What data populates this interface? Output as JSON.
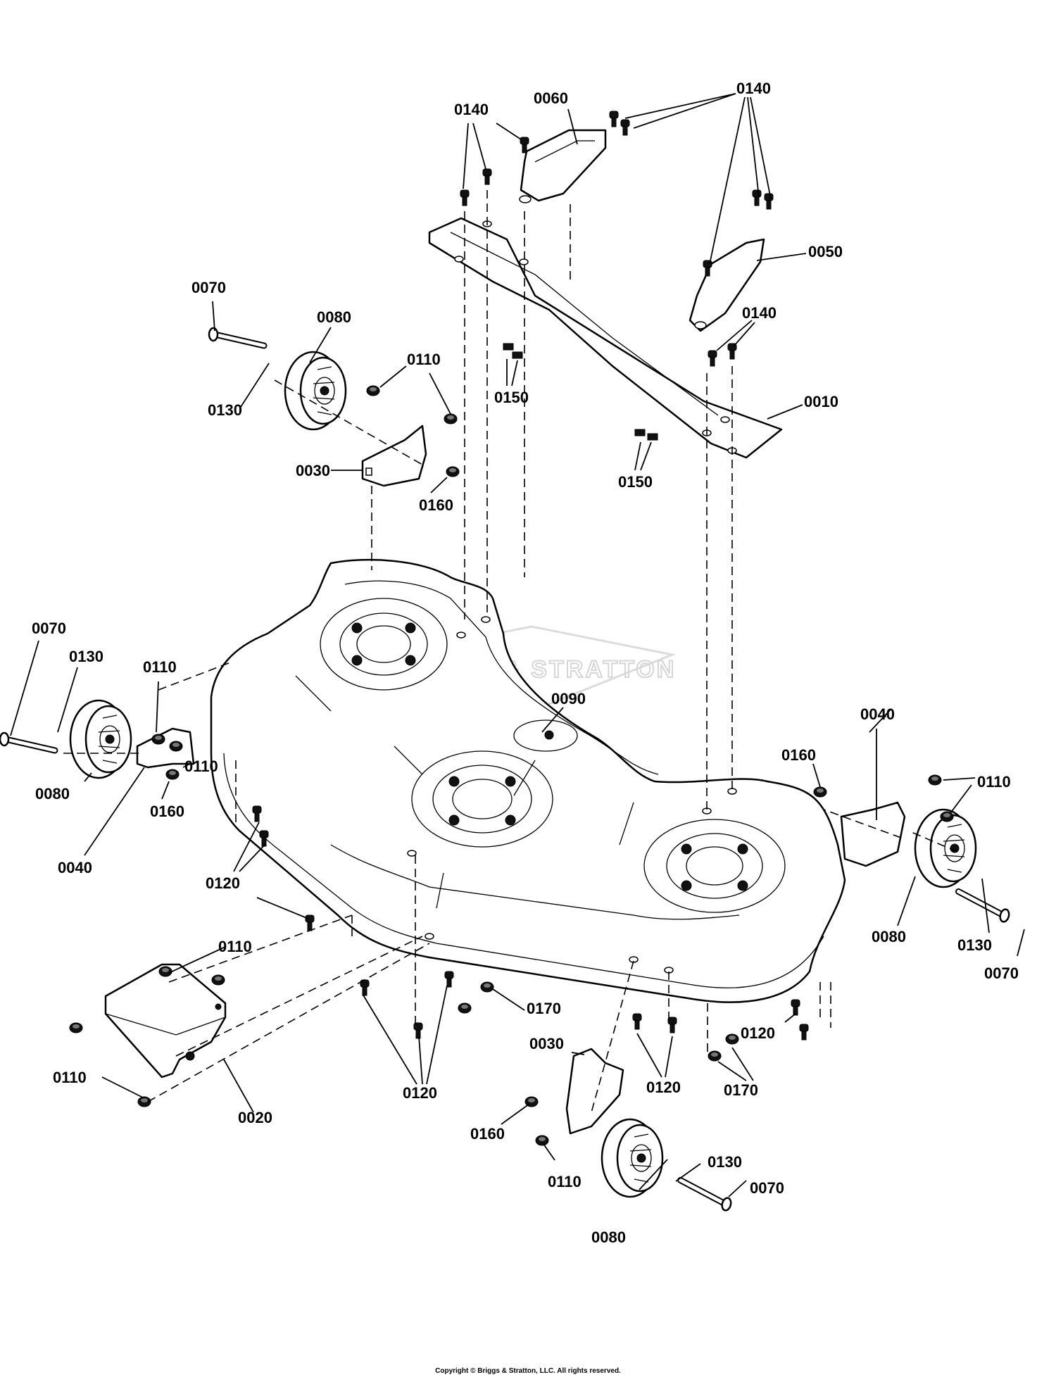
{
  "callouts": {
    "c0010": "0010",
    "c0020": "0020",
    "c0030": "0030",
    "c0040": "0040",
    "c0050": "0050",
    "c0060": "0060",
    "c0070": "0070",
    "c0080": "0080",
    "c0090": "0090",
    "c0110": "0110",
    "c0120": "0120",
    "c0130": "0130",
    "c0140": "0140",
    "c0150": "0150",
    "c0160": "0160",
    "c0170": "0170"
  },
  "watermark": "BRIGGS & STRATTON",
  "copyright": "Copyright © Briggs & Stratton, LLC. All rights reserved."
}
